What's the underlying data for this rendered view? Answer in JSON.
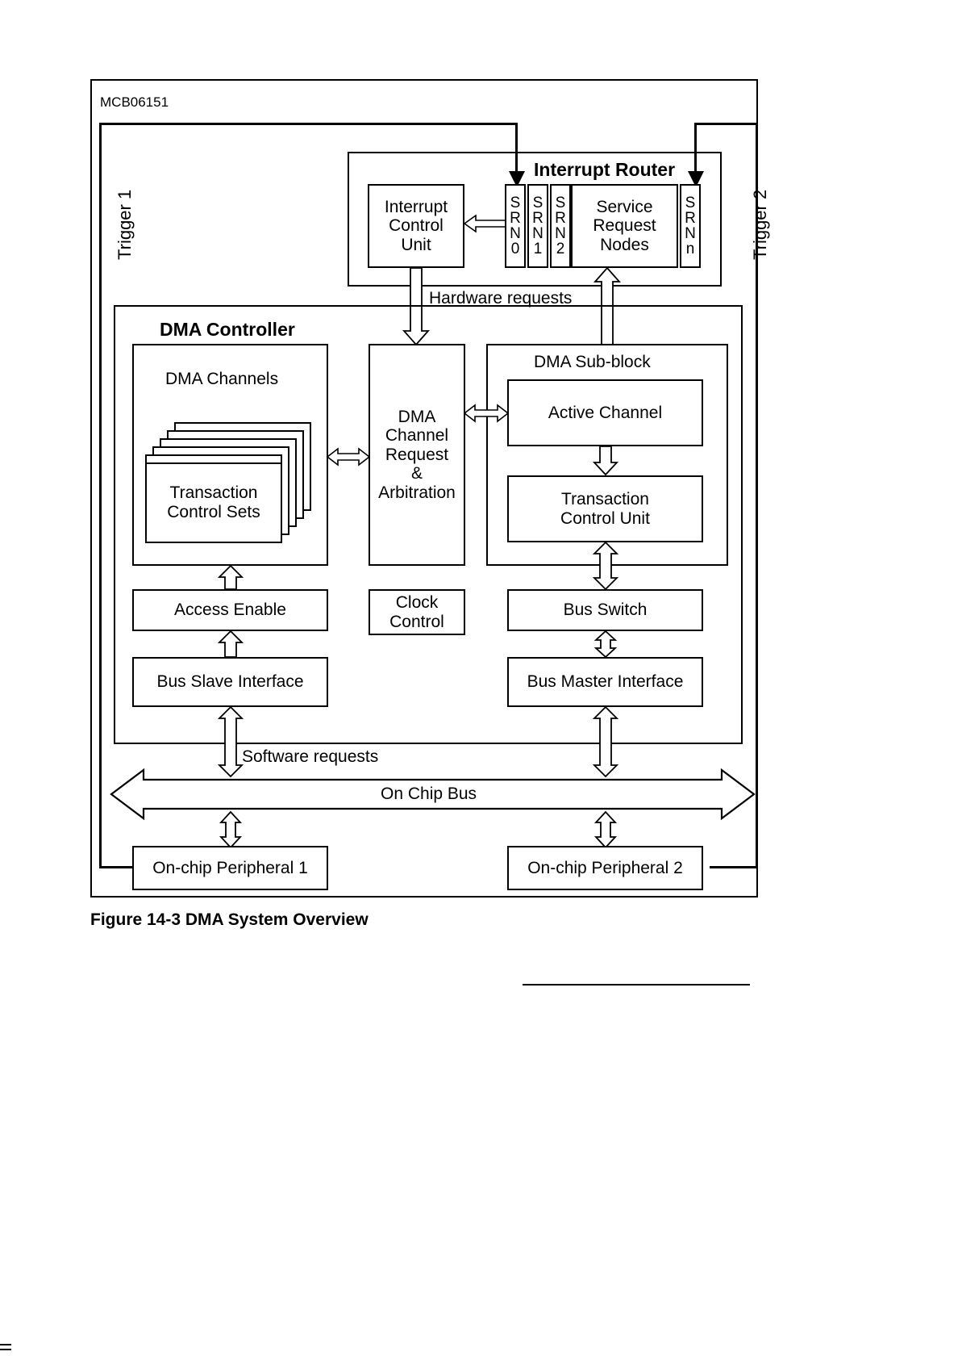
{
  "figure": {
    "id_label": "MCB06151",
    "caption": "Figure 14-3    DMA System Overview"
  },
  "triggers": {
    "left": "Trigger 1",
    "right": "Trigger 2"
  },
  "interrupt_router": {
    "title": "Interrupt Router",
    "control_unit": "Interrupt\nControl\nUnit",
    "control_unit_lines": [
      "Interrupt",
      "Control",
      "Unit"
    ],
    "service_request_nodes": "Service\nRequest\nNodes",
    "service_request_nodes_lines": [
      "Service",
      "Request",
      "Nodes"
    ],
    "srn_nodes": [
      {
        "name": "srn0",
        "letters": [
          "S",
          "R",
          "N",
          "0"
        ]
      },
      {
        "name": "srn1",
        "letters": [
          "S",
          "R",
          "N",
          "1"
        ]
      },
      {
        "name": "srn2",
        "letters": [
          "S",
          "R",
          "N",
          "2"
        ]
      },
      {
        "name": "srnn",
        "letters": [
          "S",
          "R",
          "N",
          "n"
        ]
      }
    ]
  },
  "labels": {
    "hardware_requests": "Hardware requests",
    "software_requests": "Software requests"
  },
  "dma_controller": {
    "title": "DMA Controller",
    "dma_channels": {
      "title": "DMA Channels",
      "transaction_control_sets_lines": [
        "Transaction",
        "Control Sets"
      ]
    },
    "request_arbitration_lines": [
      "DMA",
      "Channel",
      "Request",
      "&",
      "Arbitration"
    ],
    "sub_block": {
      "title": "DMA Sub-block",
      "active_channel": "Active Channel",
      "transaction_control_unit_lines": [
        "Transaction",
        "Control Unit"
      ]
    },
    "access_enable": "Access Enable",
    "clock_control_lines": [
      "Clock",
      "Control"
    ],
    "bus_switch": "Bus Switch",
    "bus_slave_interface": "Bus Slave Interface",
    "bus_master_interface": "Bus Master  Interface"
  },
  "bus": {
    "on_chip_bus": "On Chip Bus"
  },
  "peripherals": [
    {
      "name": "peripheral-1",
      "label": "On-chip Peripheral   1"
    },
    {
      "name": "peripheral-2",
      "label": "On-chip Peripheral   2"
    }
  ],
  "colors": {
    "stroke": "#000000",
    "background": "#ffffff"
  }
}
